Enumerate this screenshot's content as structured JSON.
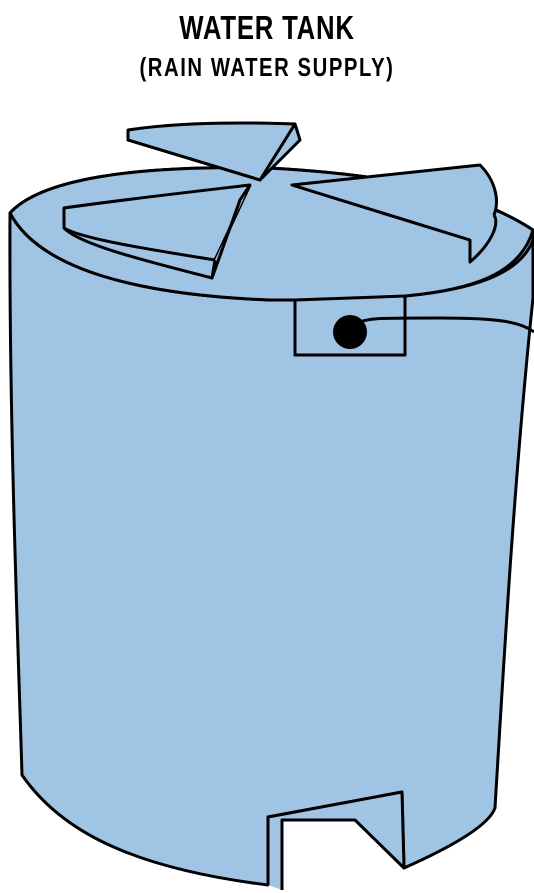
{
  "diagram": {
    "title": "WATER TANK",
    "subtitle": "(RAIN WATER SUPPLY)"
  },
  "colors": {
    "tank_fill": "#9fc4e4",
    "outline": "#000000",
    "background": "#ffffff"
  },
  "icons": {
    "outlet_port": "filled-circle",
    "pipe": "line"
  }
}
